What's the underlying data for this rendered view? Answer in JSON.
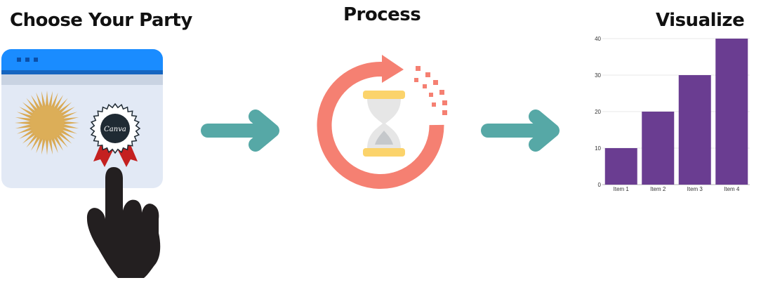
{
  "steps": {
    "choose": "Choose Your Party",
    "process": "Process",
    "visualize": "Visualize"
  },
  "icons": [
    "browser-window-icon",
    "sun-icon",
    "award-ribbon-icon",
    "pointing-hand-icon",
    "arrow-right-icon",
    "refresh-cycle-icon",
    "hourglass-icon",
    "bar-chart-icon"
  ],
  "badge_text": "Canva",
  "colors": {
    "window_bar": "#1a8cff",
    "window_body": "#e2e9f5",
    "sun": "#d9aa55",
    "badge_dark": "#1f2a33",
    "ribbon": "#d42a2a",
    "hand": "#231f20",
    "arrow": "#56a8a6",
    "cycle": "#f58072",
    "hourglass_cap": "#fbd36b",
    "bar": "#6a3d91"
  },
  "chart_data": {
    "type": "bar",
    "categories": [
      "Item 1",
      "Item 2",
      "Item 3",
      "Item 4"
    ],
    "values": [
      10,
      20,
      30,
      40
    ],
    "ylim": [
      0,
      40
    ],
    "yticks": [
      0,
      10,
      20,
      30,
      40
    ],
    "grid": true,
    "title": "",
    "xlabel": "",
    "ylabel": ""
  }
}
